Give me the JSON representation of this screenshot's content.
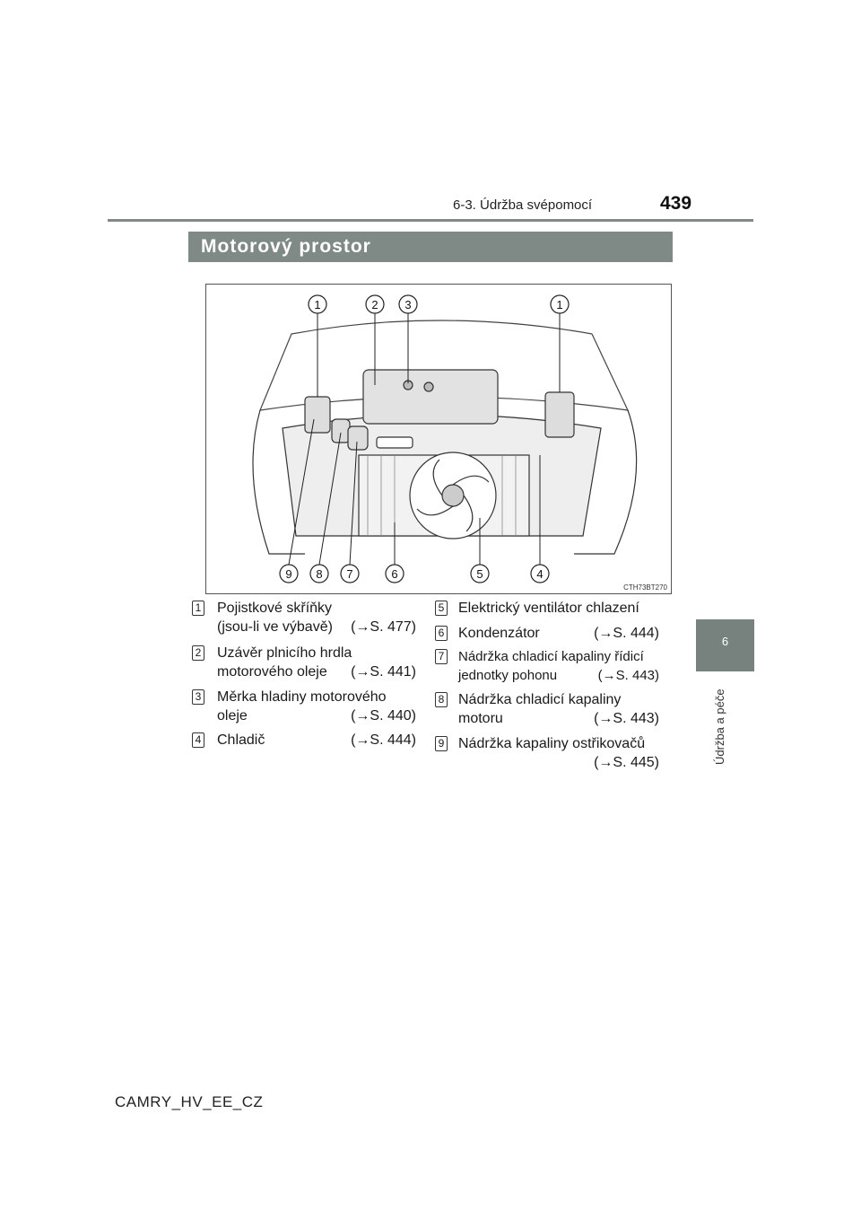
{
  "header": {
    "section": "6-3. Údržba svépomocí",
    "page_number": "439"
  },
  "side_tab": {
    "chapter_number": "6",
    "chapter_label": "Údržba a péče"
  },
  "section_title": "Motorový prostor",
  "figure": {
    "image_code": "CTH73BT270",
    "callouts_top": [
      "1",
      "2",
      "3",
      "1"
    ],
    "callouts_bottom": [
      "9",
      "8",
      "7",
      "6",
      "5",
      "4"
    ]
  },
  "items_left": [
    {
      "num": "1",
      "line1": "Pojistkové skříňky",
      "line2": "(jsou-li ve výbavě)",
      "ref": "(→S. 477)"
    },
    {
      "num": "2",
      "line1": "Uzávěr plnicího hrdla",
      "line2": "motorového oleje",
      "ref": "(→S. 441)"
    },
    {
      "num": "3",
      "line1": "Měrka hladiny motorového",
      "line2": "oleje",
      "ref": "(→S. 440)"
    },
    {
      "num": "4",
      "line1": "Chladič",
      "ref": "(→S. 444)"
    }
  ],
  "items_right": [
    {
      "num": "5",
      "line1": "Elektrický ventilátor chlazení"
    },
    {
      "num": "6",
      "line1": "Kondenzátor",
      "ref": "(→S. 444)"
    },
    {
      "num": "7",
      "line1": "Nádržka chladicí kapaliny řídicí",
      "line2": "jednotky pohonu",
      "ref": "(→S. 443)"
    },
    {
      "num": "8",
      "line1": "Nádržka chladicí kapaliny",
      "line2": "motoru",
      "ref": "(→S. 443)"
    },
    {
      "num": "9",
      "line1": "Nádržka kapaliny ostřikovačů",
      "ref": "(→S. 445)"
    }
  ],
  "footer": "CAMRY_HV_EE_CZ"
}
